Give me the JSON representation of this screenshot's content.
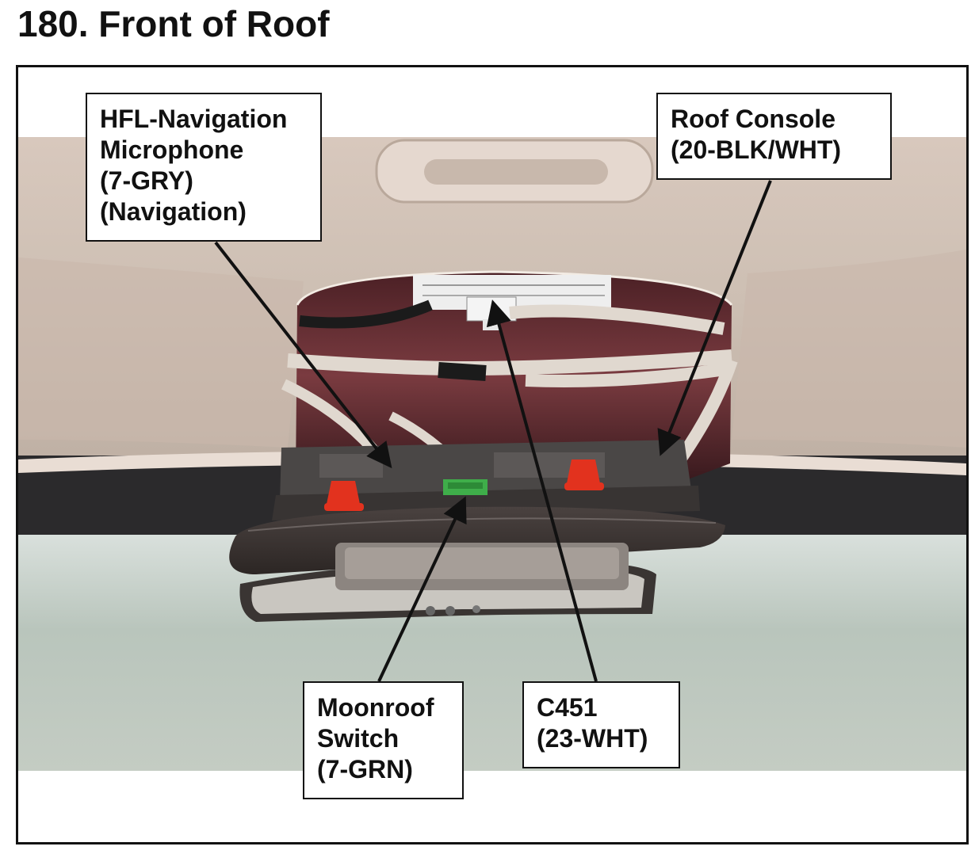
{
  "title": "180.  Front of Roof",
  "callouts": {
    "hfl_mic": {
      "lines": [
        "HFL-Navigation",
        "Microphone",
        "(7-GRY)",
        "(Navigation)"
      ]
    },
    "roof_console": {
      "lines": [
        "Roof Console",
        "(20-BLK/WHT)"
      ]
    },
    "moonroof_switch": {
      "lines": [
        "Moonroof",
        "Switch",
        "(7-GRN)"
      ]
    },
    "c451": {
      "lines": [
        "C451",
        "(23-WHT)"
      ]
    }
  },
  "colors": {
    "headliner": "#d6c8bd",
    "headliner_shadow": "#b8a89b",
    "windshield": "#c8d0c6",
    "console_dark": "#3b3533",
    "harness_wrap": "#e0d8cf",
    "clip_red": "#e2321e",
    "connector_green": "#3fae4a",
    "ink": "#111111"
  }
}
